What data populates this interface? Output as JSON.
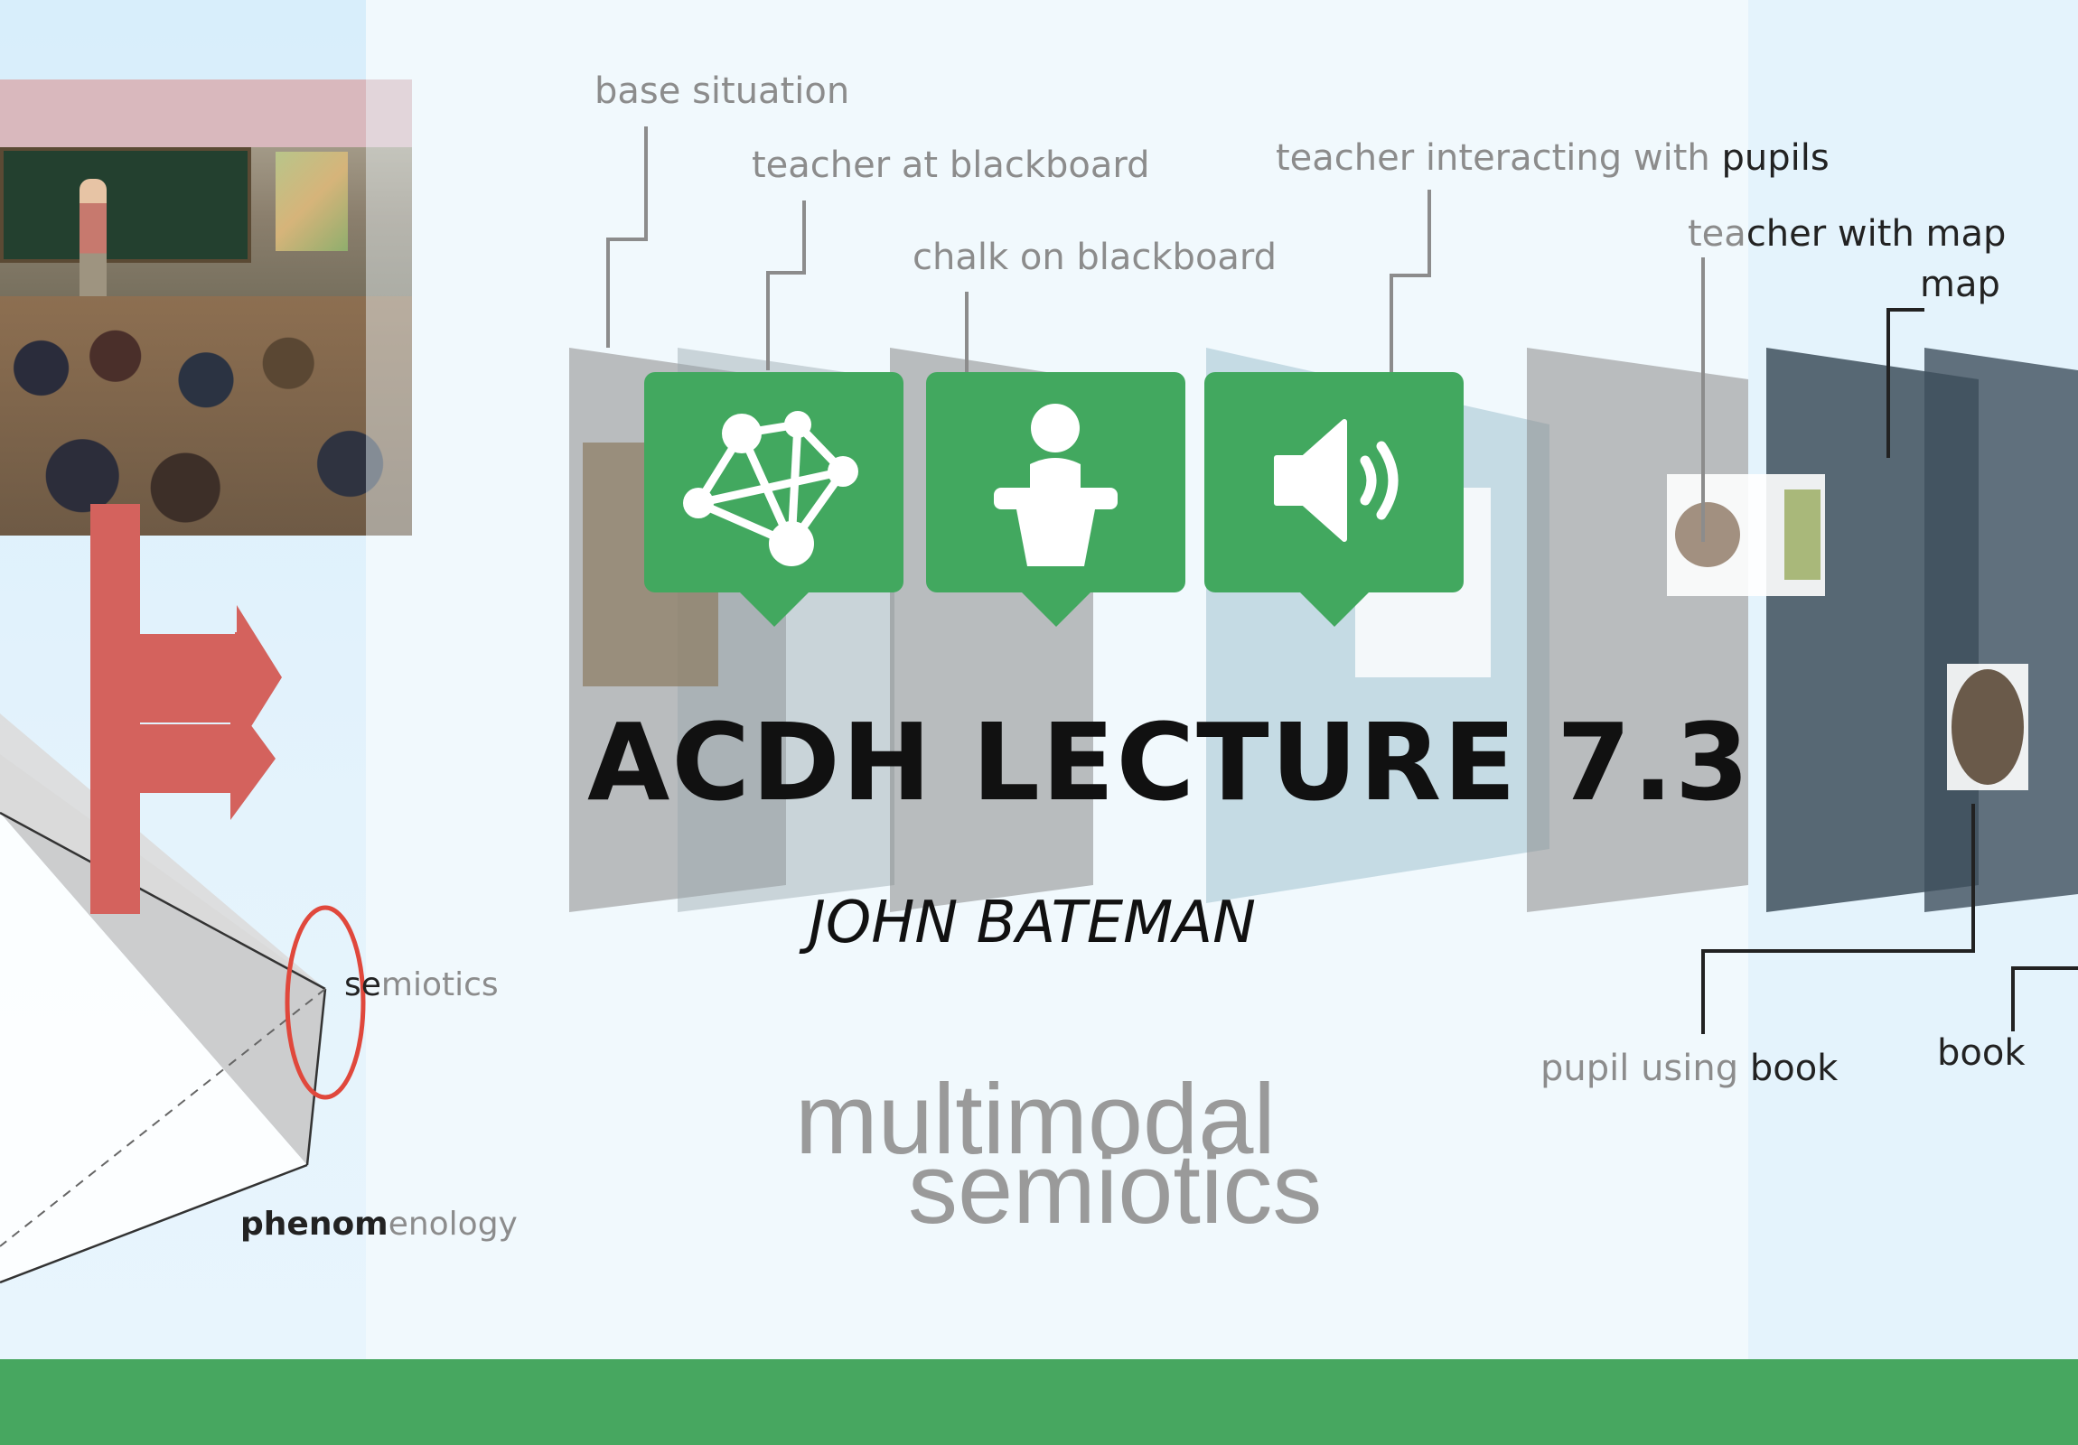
{
  "title": "ACDH LECTURE 7.3",
  "author": "JOHN BATEMAN",
  "topic_line1": "multimodal",
  "topic_line2": "semiotics",
  "layer_labels": {
    "base_situation": "base situation",
    "teacher_at_blackboard": "teacher at blackboard",
    "chalk_on_blackboard": "chalk on blackboard",
    "teacher_interacting_prefix": "teacher interacting with ",
    "teacher_interacting_bold": "pupils",
    "teacher_with_map_prefix": "tea",
    "teacher_with_map_rest": "cher with map",
    "map": "map",
    "pupil_using_prefix": "pupil using ",
    "pupil_using_bold": "book",
    "book": "book"
  },
  "diagram_labels": {
    "semiotics_dark": "se",
    "semiotics_light": "miotics",
    "phenomenology_dark": "phenom",
    "phenomenology_light": "enology"
  },
  "icons": [
    "network-icon",
    "lectern-icon",
    "speaker-icon"
  ],
  "colors": {
    "accent_green": "#42a85f",
    "footer_green": "#47a760",
    "arrow_red": "#d4625d",
    "oval_red": "#e0483c"
  }
}
